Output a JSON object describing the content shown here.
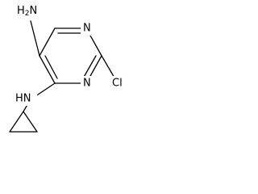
{
  "molecule": {
    "labels": {
      "amine": "H2N",
      "ring_nitrogen_top": "N",
      "ring_nitrogen_bottom": "N",
      "chloro": "Cl",
      "cyclopropylamine": "HN"
    }
  },
  "colors": {
    "bond": "#000000",
    "label": "#000000",
    "background": "#ffffff"
  }
}
